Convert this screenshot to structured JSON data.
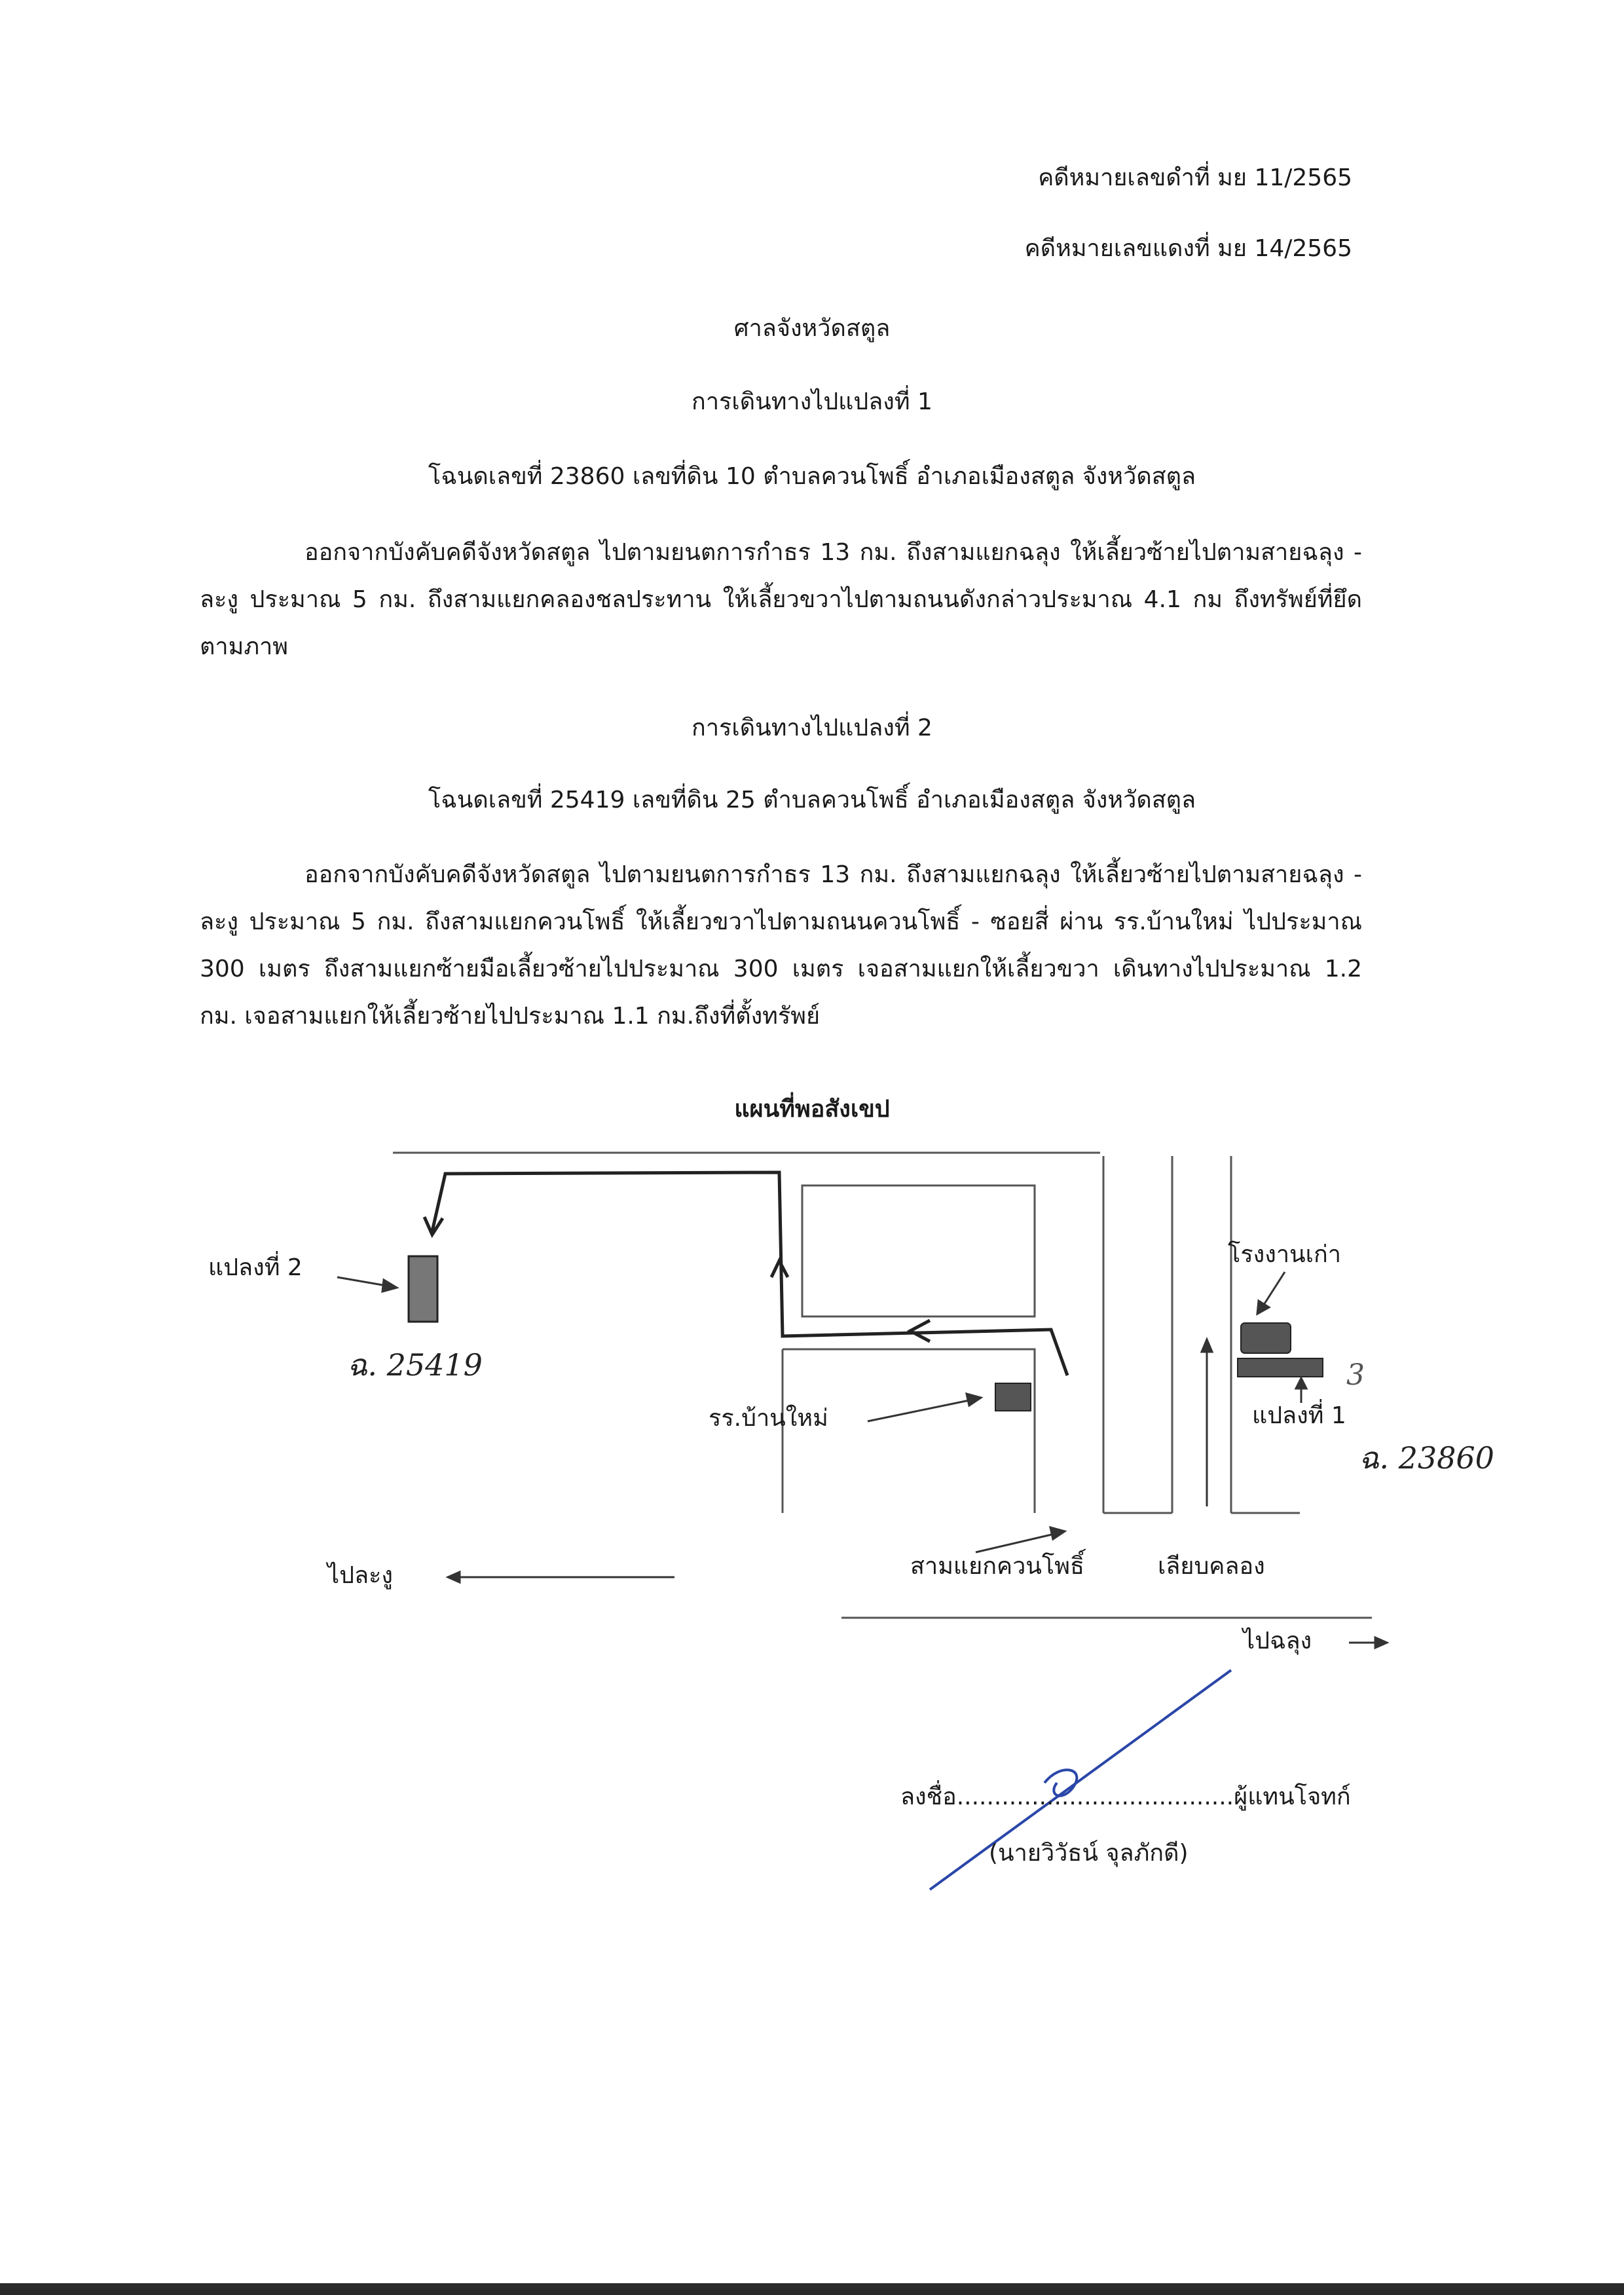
{
  "header": {
    "black_case": "คดีหมายเลขดำที่ มย 11/2565",
    "red_case": "คดีหมายเลขแดงที่ มย 14/2565",
    "court": "ศาลจังหวัดสตูล"
  },
  "plot1": {
    "heading": "การเดินทางไปแปลงที่ 1",
    "deed": "โฉนดเลขที่ 23860 เลขที่ดิน 10 ตำบลควนโพธิ์ อำเภอเมืองสตูล จังหวัดสตูล",
    "directions": "ออกจากบังคับคดีจังหวัดสตูล ไปตามยนตการกำธร 13 กม. ถึงสามแยกฉลุง ให้เลี้ยวซ้ายไปตามสายฉลุง - ละงู ประมาณ 5 กม. ถึงสามแยกคลองชลประทาน ให้เลี้ยวขวาไปตามถนนดังกล่าวประมาณ 4.1 กม ถึงทรัพย์ที่ยึดตามภาพ"
  },
  "plot2": {
    "heading": "การเดินทางไปแปลงที่ 2",
    "deed": "โฉนดเลขที่ 25419 เลขที่ดิน 25 ตำบลควนโพธิ์ อำเภอเมืองสตูล จังหวัดสตูล",
    "directions": "ออกจากบังคับคดีจังหวัดสตูล ไปตามยนตการกำธร 13 กม. ถึงสามแยกฉลุง ให้เลี้ยวซ้ายไปตามสายฉลุง - ละงู ประมาณ 5 กม. ถึงสามแยกควนโพธิ์ ให้เลี้ยวขวาไปตามถนนควนโพธิ์ - ซอยสี่ ผ่าน รร.บ้านใหม่ ไปประมาณ 300 เมตร ถึงสามแยกซ้ายมือเลี้ยวซ้ายไปประมาณ 300 เมตร เจอสามแยกให้เลี้ยวขวา เดินทางไปประมาณ 1.2 กม. เจอสามแยกให้เลี้ยวซ้ายไปประมาณ 1.1 กม.ถึงที่ตั้งทรัพย์"
  },
  "map": {
    "title": "แผนที่พอสังเขป",
    "plot2_label": "แปลงที่ 2",
    "plot2_deed_handwritten": "ฉ. 25419",
    "school_label": "รร.บ้านใหม่",
    "old_factory_label": "โรงงานเก่า",
    "plot1_label": "แปลงที่ 1",
    "plot1_correction": "3",
    "plot1_deed_handwritten": "ฉ. 23860",
    "junction_label": "สามแยกควนโพธิ์",
    "canal_label": "เลียบคลอง",
    "to_langu": "ไปละงู",
    "to_chalung": "ไปฉลุง"
  },
  "signature": {
    "line": "ลงชื่อ.....................................ผู้แทนโจทก์",
    "name": "(นายวิวัธน์ จุลภักดี)"
  }
}
